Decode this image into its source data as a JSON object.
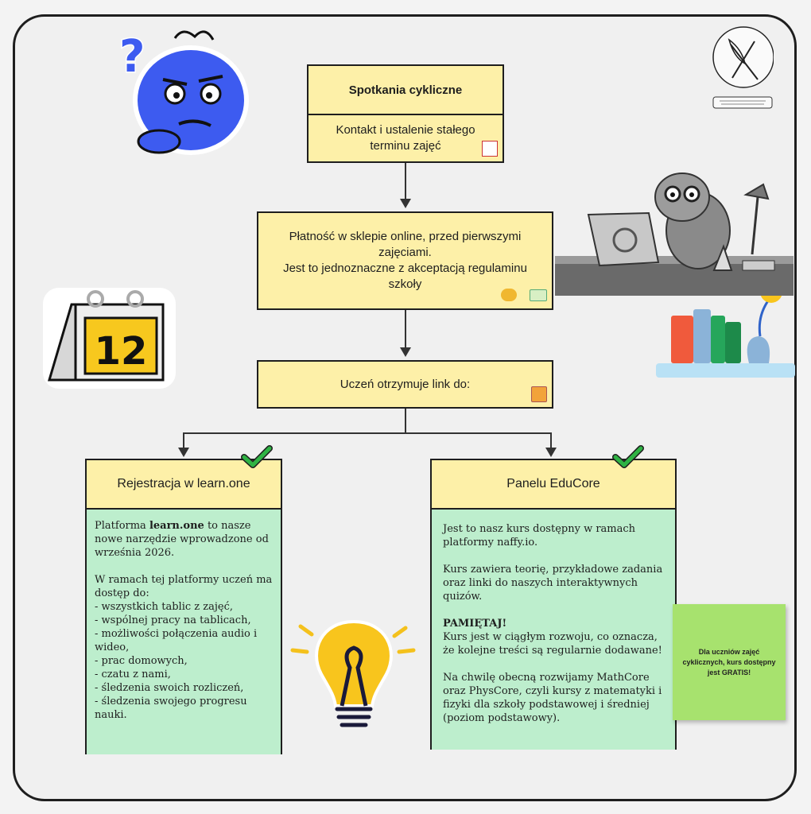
{
  "flow": {
    "box1": {
      "title": "Spotkania cykliczne",
      "body": "Kontakt i ustalenie stałego terminu zajęć"
    },
    "box2": {
      "body": "Płatność w sklepie online, przed pierwszymi zajęciami.\nJest to jednoznaczne z akceptacją regulaminu szkoły"
    },
    "box3": {
      "body": "Uczeń otrzymuje link do:"
    },
    "left": {
      "title": "Rejestracja w learn.one",
      "intro_prefix": "Platforma ",
      "intro_bold": "learn.one",
      "intro_suffix": " to nasze nowe narzędzie wprowadzone od września 2026.",
      "list_intro": "W ramach tej platformy uczeń ma dostęp do:",
      "items": [
        "- wszystkich tablic z zajęć,",
        "- wspólnej pracy na tablicach,",
        "- możliwości połączenia audio i wideo,",
        "- prac domowych,",
        "- czatu z nami,",
        "- śledzenia swoich rozliczeń,",
        "- śledzenia swojego progresu nauki."
      ]
    },
    "right": {
      "title": "Panelu EduCore",
      "p1": "Jest to nasz kurs dostępny w ramach platformy naffy.io.",
      "p2": "Kurs zawiera teorię, przykładowe zadania oraz linki do naszych interaktywnych quizów.",
      "p3_bold": "PAMIĘTAJ!",
      "p3": "Kurs jest w ciągłym rozwoju, co oznacza, że kolejne treści są regularnie dodawane!",
      "p4": "Na chwilę obecną rozwijamy MathCore oraz PhysCore, czyli kursy z matematyki i fizyki dla szkoły podstawowej i średniej (poziom podstawowy)."
    }
  },
  "sticky_note": "Dla uczniów zajęć cyklicznych, kurs dostępny jest GRATIS!",
  "calendar_number": "12",
  "icons": [
    "question-mark-icon",
    "thinking-face-icon",
    "calendar-icon",
    "lightbulb-icon",
    "books-icon",
    "beaver-illustration",
    "logo-icon",
    "check-icon",
    "gift-icon",
    "money-icon"
  ],
  "colors": {
    "yellow_box": "#fdf0a8",
    "green_box": "#bdeecd",
    "sticky": "#a7e26e",
    "check": "#2fb344",
    "face_blue": "#3d5bf0"
  }
}
